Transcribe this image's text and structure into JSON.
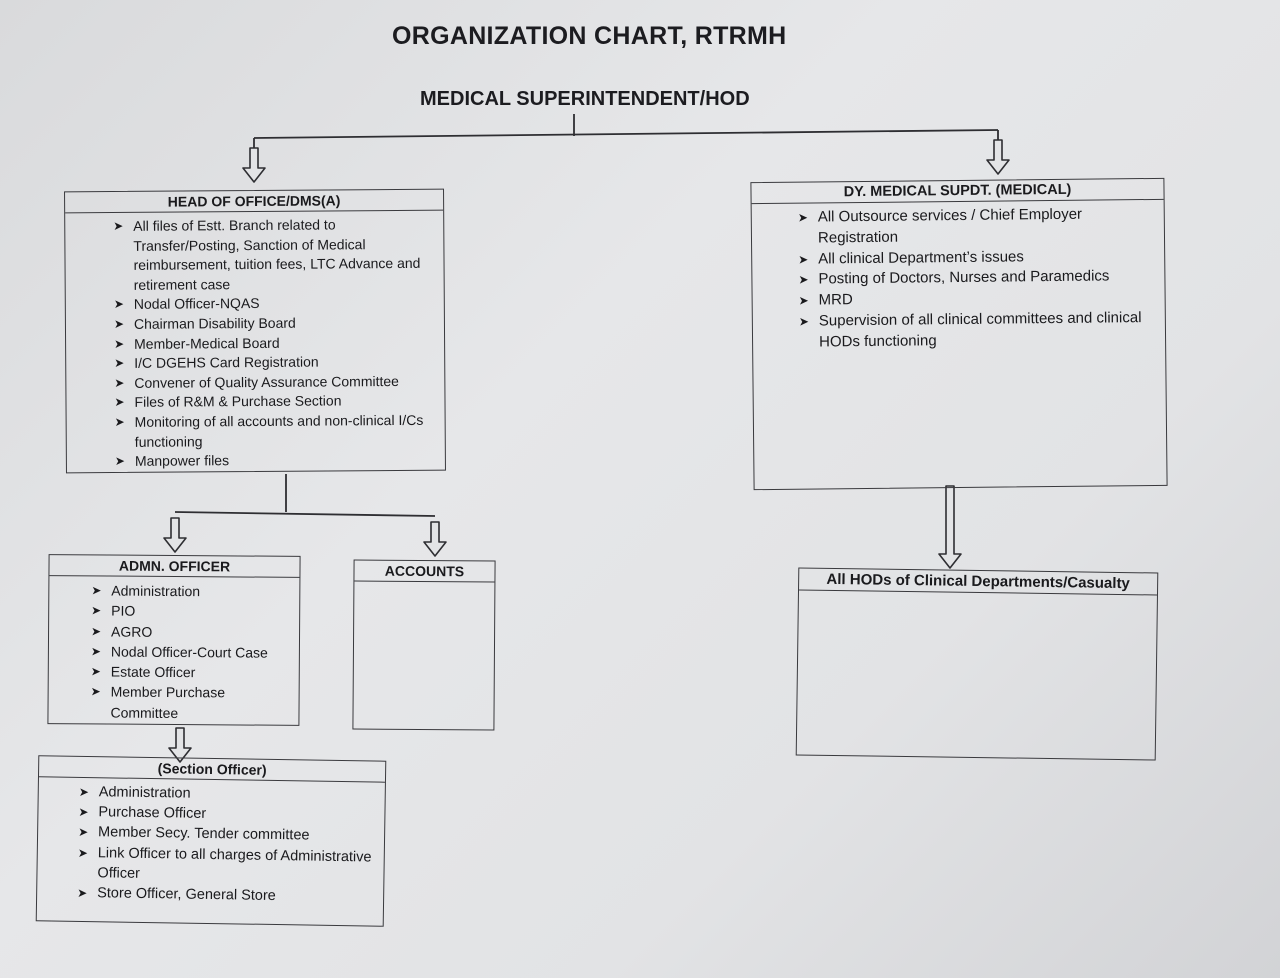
{
  "page": {
    "title": "ORGANIZATION CHART, RTRMH",
    "top_role": "MEDICAL SUPERINTENDENT/HOD"
  },
  "colors": {
    "ink": "#1a1a1d",
    "paper": "#e3e4e6",
    "line": "#3a3a3e"
  },
  "icons": {
    "bullet": "arrowhead-bullet-icon",
    "connector_arrow": "hollow-down-arrow-icon"
  },
  "boxes": {
    "head_of_office": {
      "heading": "HEAD OF OFFICE/DMS(A)",
      "items": [
        "All files of Estt. Branch related to Transfer/Posting, Sanction of Medical reimbursement, tuition fees, LTC Advance and retirement case",
        "Nodal Officer-NQAS",
        "Chairman Disability Board",
        "Member-Medical Board",
        "I/C DGEHS Card Registration",
        "Convener of Quality Assurance Committee",
        "Files of R&M & Purchase Section",
        "Monitoring of all accounts and non-clinical I/Cs functioning",
        "Manpower files"
      ]
    },
    "dy_medical_supdt": {
      "heading": "DY. MEDICAL SUPDT. (MEDICAL)",
      "items": [
        "All Outsource services / Chief Employer Registration",
        "All clinical Department’s issues",
        "Posting of Doctors, Nurses and Paramedics",
        "MRD",
        "Supervision of all clinical committees and clinical HODs functioning"
      ]
    },
    "admn_officer": {
      "heading": "ADMN. OFFICER",
      "items": [
        "Administration",
        "PIO",
        "AGRO",
        "Nodal Officer-Court Case",
        "Estate Officer",
        "Member Purchase Committee"
      ]
    },
    "accounts": {
      "heading": "ACCOUNTS"
    },
    "clinical_hods": {
      "heading": "All HODs of Clinical Departments/Casualty"
    },
    "section_officer": {
      "heading": "(Section Officer)",
      "items": [
        "Administration",
        "Purchase Officer",
        "Member Secy. Tender committee",
        "Link Officer to all charges of Administrative Officer",
        "Store Officer, General Store"
      ]
    }
  }
}
